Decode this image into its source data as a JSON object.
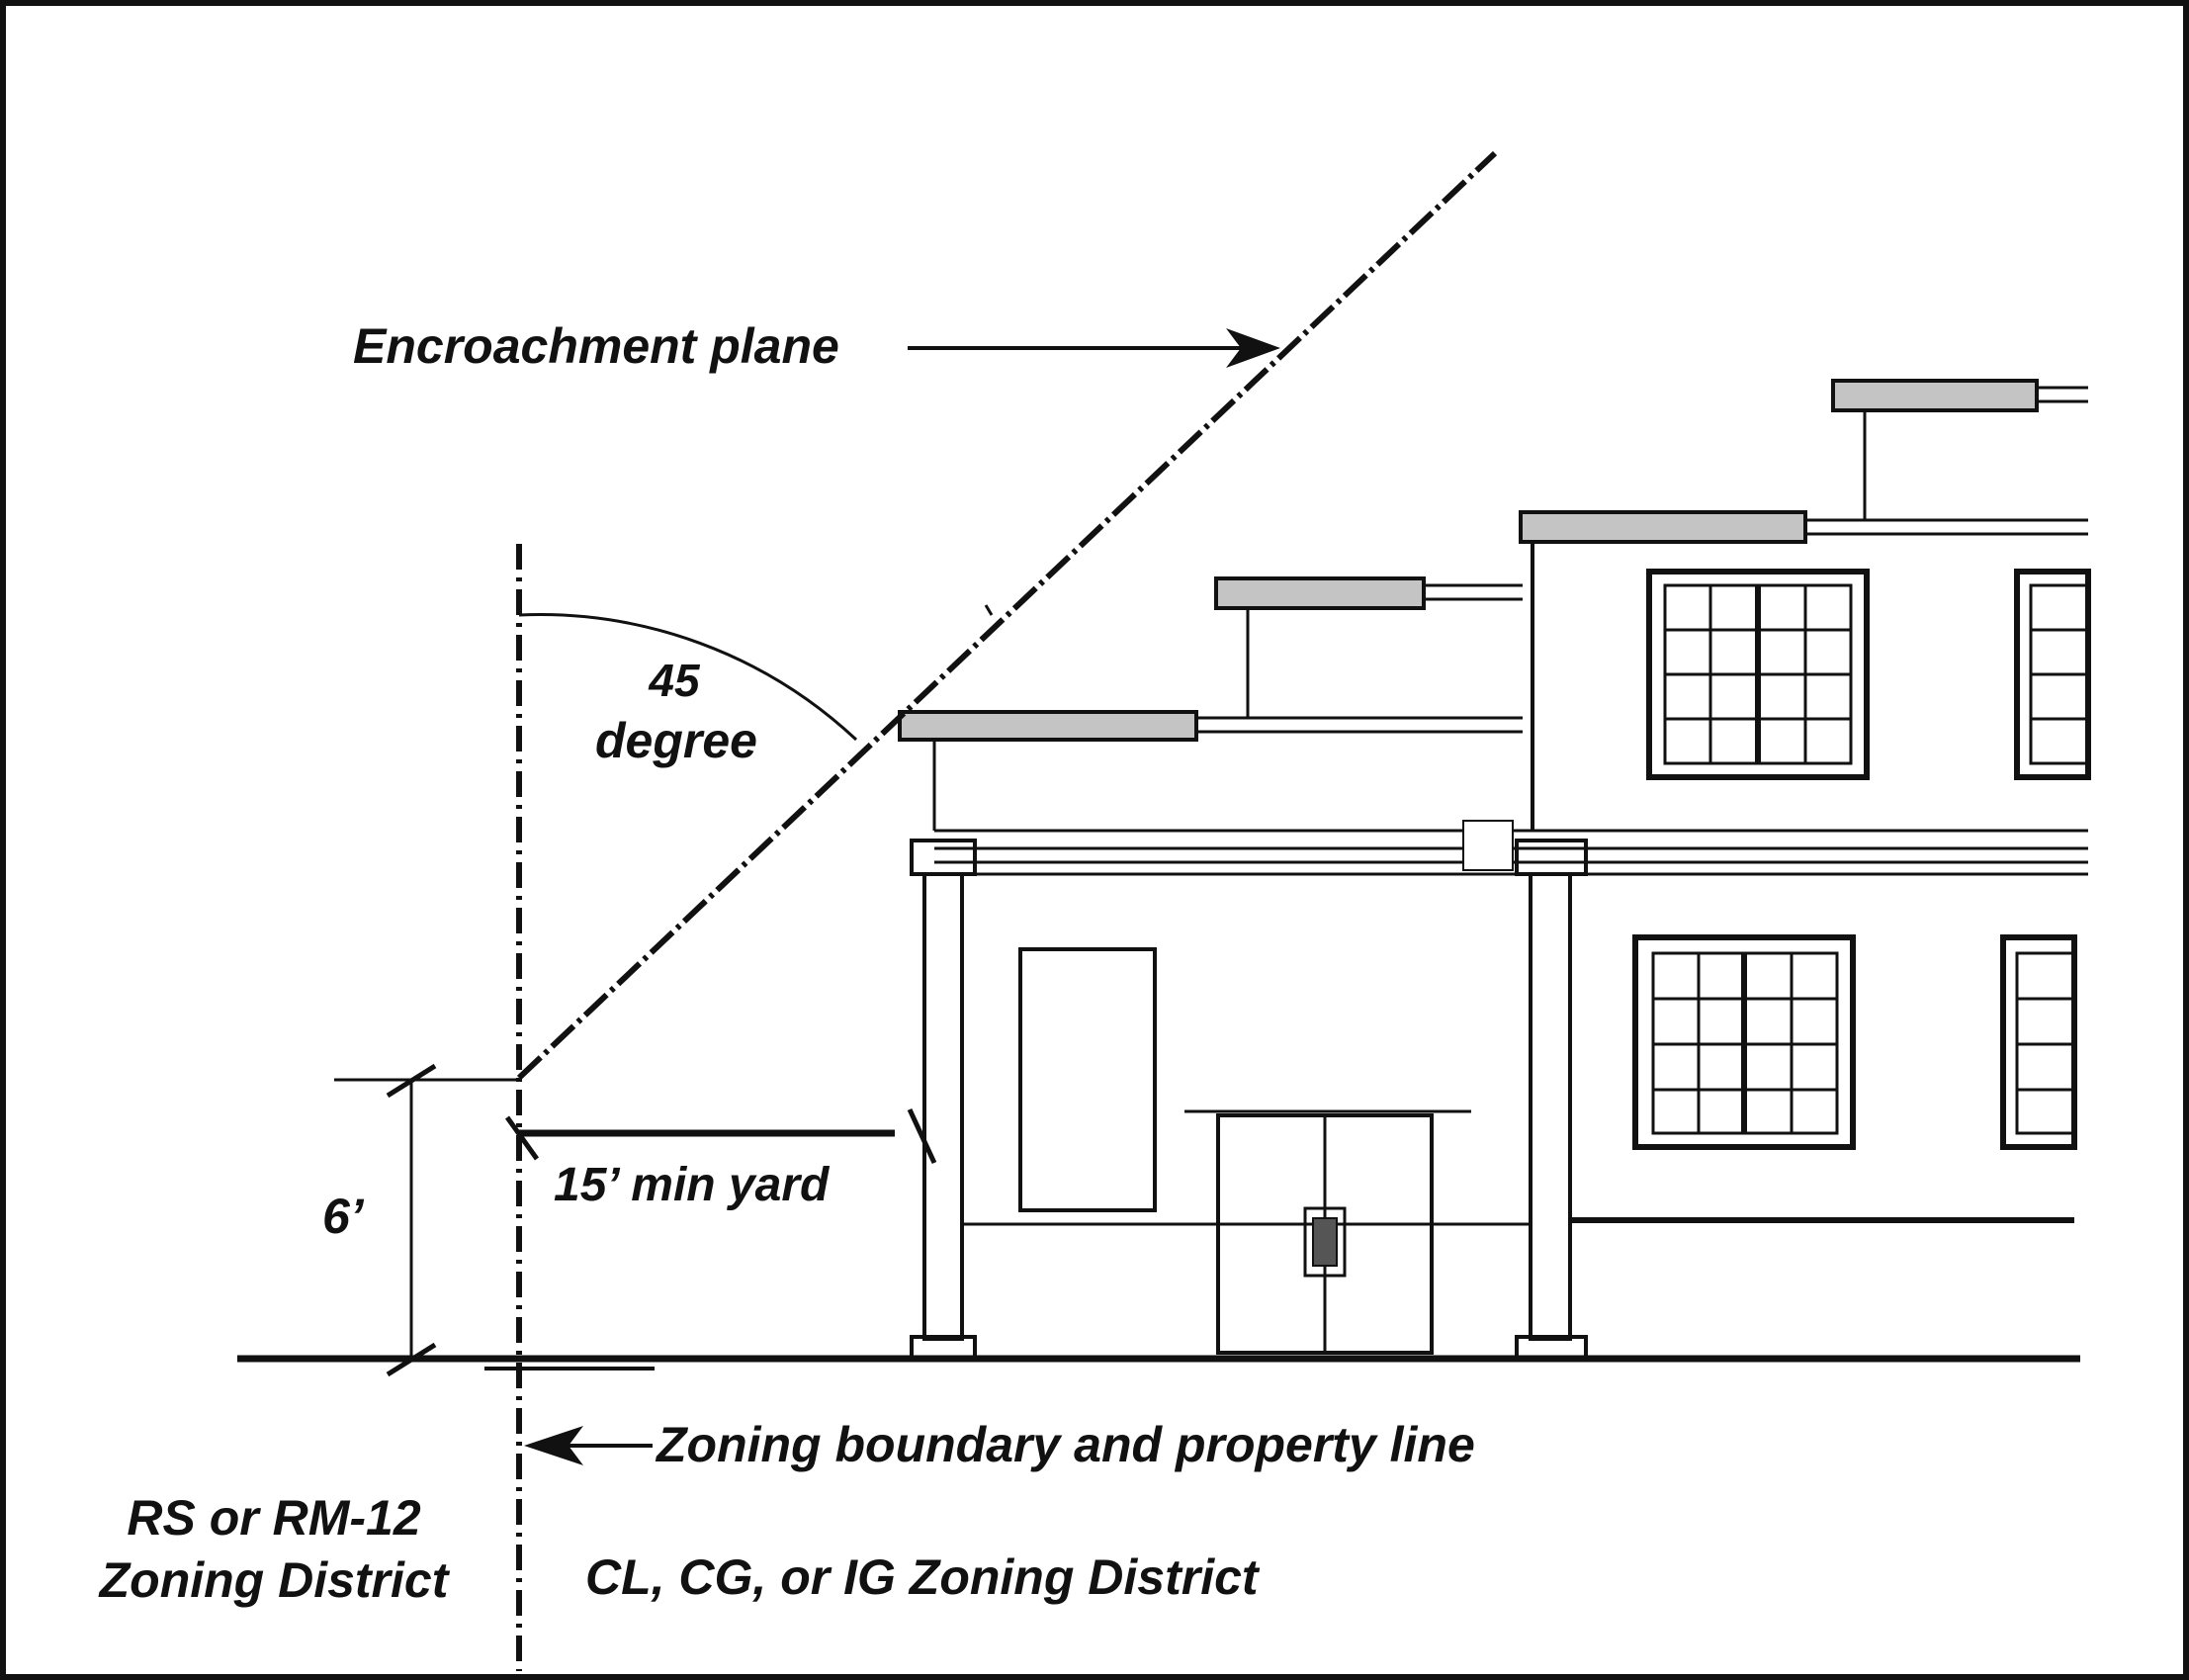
{
  "labels": {
    "encroachment_plane": "Encroachment plane",
    "angle_value": "45",
    "angle_unit": "degree",
    "yard": "15’ min yard",
    "height": "6’",
    "boundary": "Zoning boundary and property line",
    "rs_line1": "RS or RM-12",
    "rs_line2": "Zoning District",
    "commercial": "CL, CG, or IG Zoning District"
  },
  "colors": {
    "ink": "#111111",
    "fascia": "#c4c4c4"
  }
}
